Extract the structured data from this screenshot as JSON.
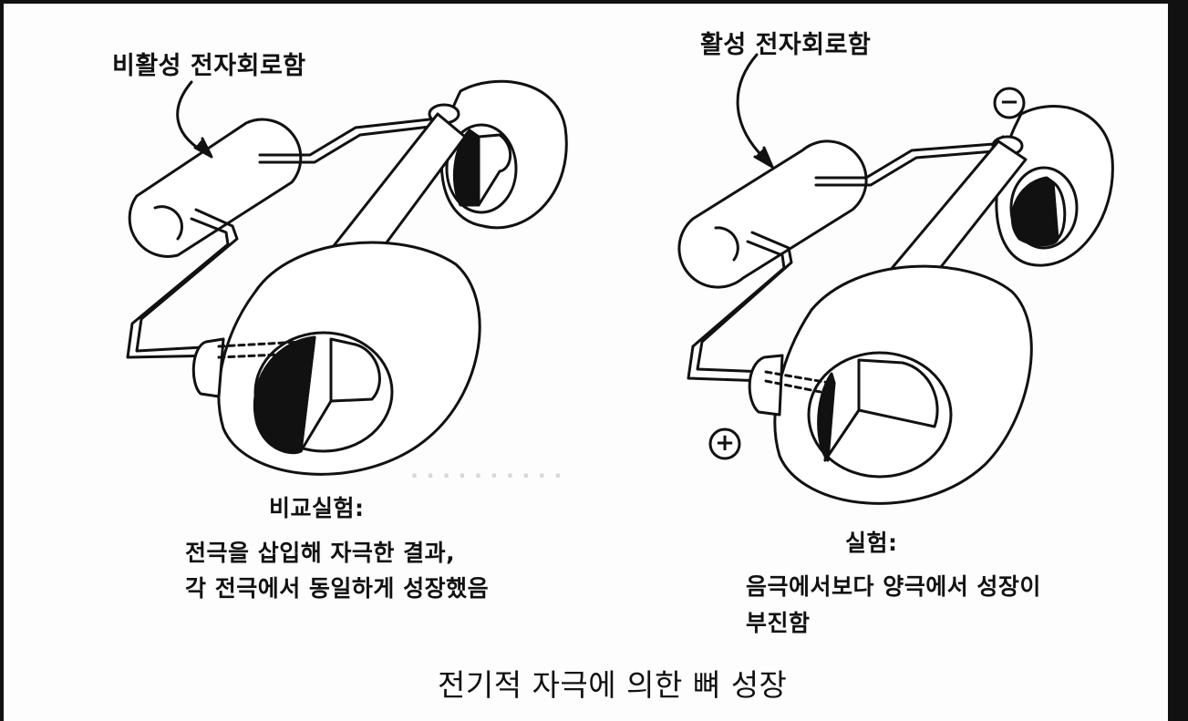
{
  "labels": {
    "inactive_device": "비활성 전자회로함",
    "active_device": "활성 전자회로함"
  },
  "signs": {
    "negative": "−",
    "positive": "+"
  },
  "captions": {
    "left": {
      "title": "비교실험:",
      "line1": "전극을 삽입해 자극한 결과,",
      "line2": "각 전극에서 동일하게 성장했음"
    },
    "right": {
      "title": "실험:",
      "line1": "음극에서보다 양극에서 성장이",
      "line2": "부진함"
    }
  },
  "title": "전기적 자극에 의한 뼈 성장",
  "colors": {
    "ink": "#111111",
    "paper": "#fdfdfd"
  }
}
